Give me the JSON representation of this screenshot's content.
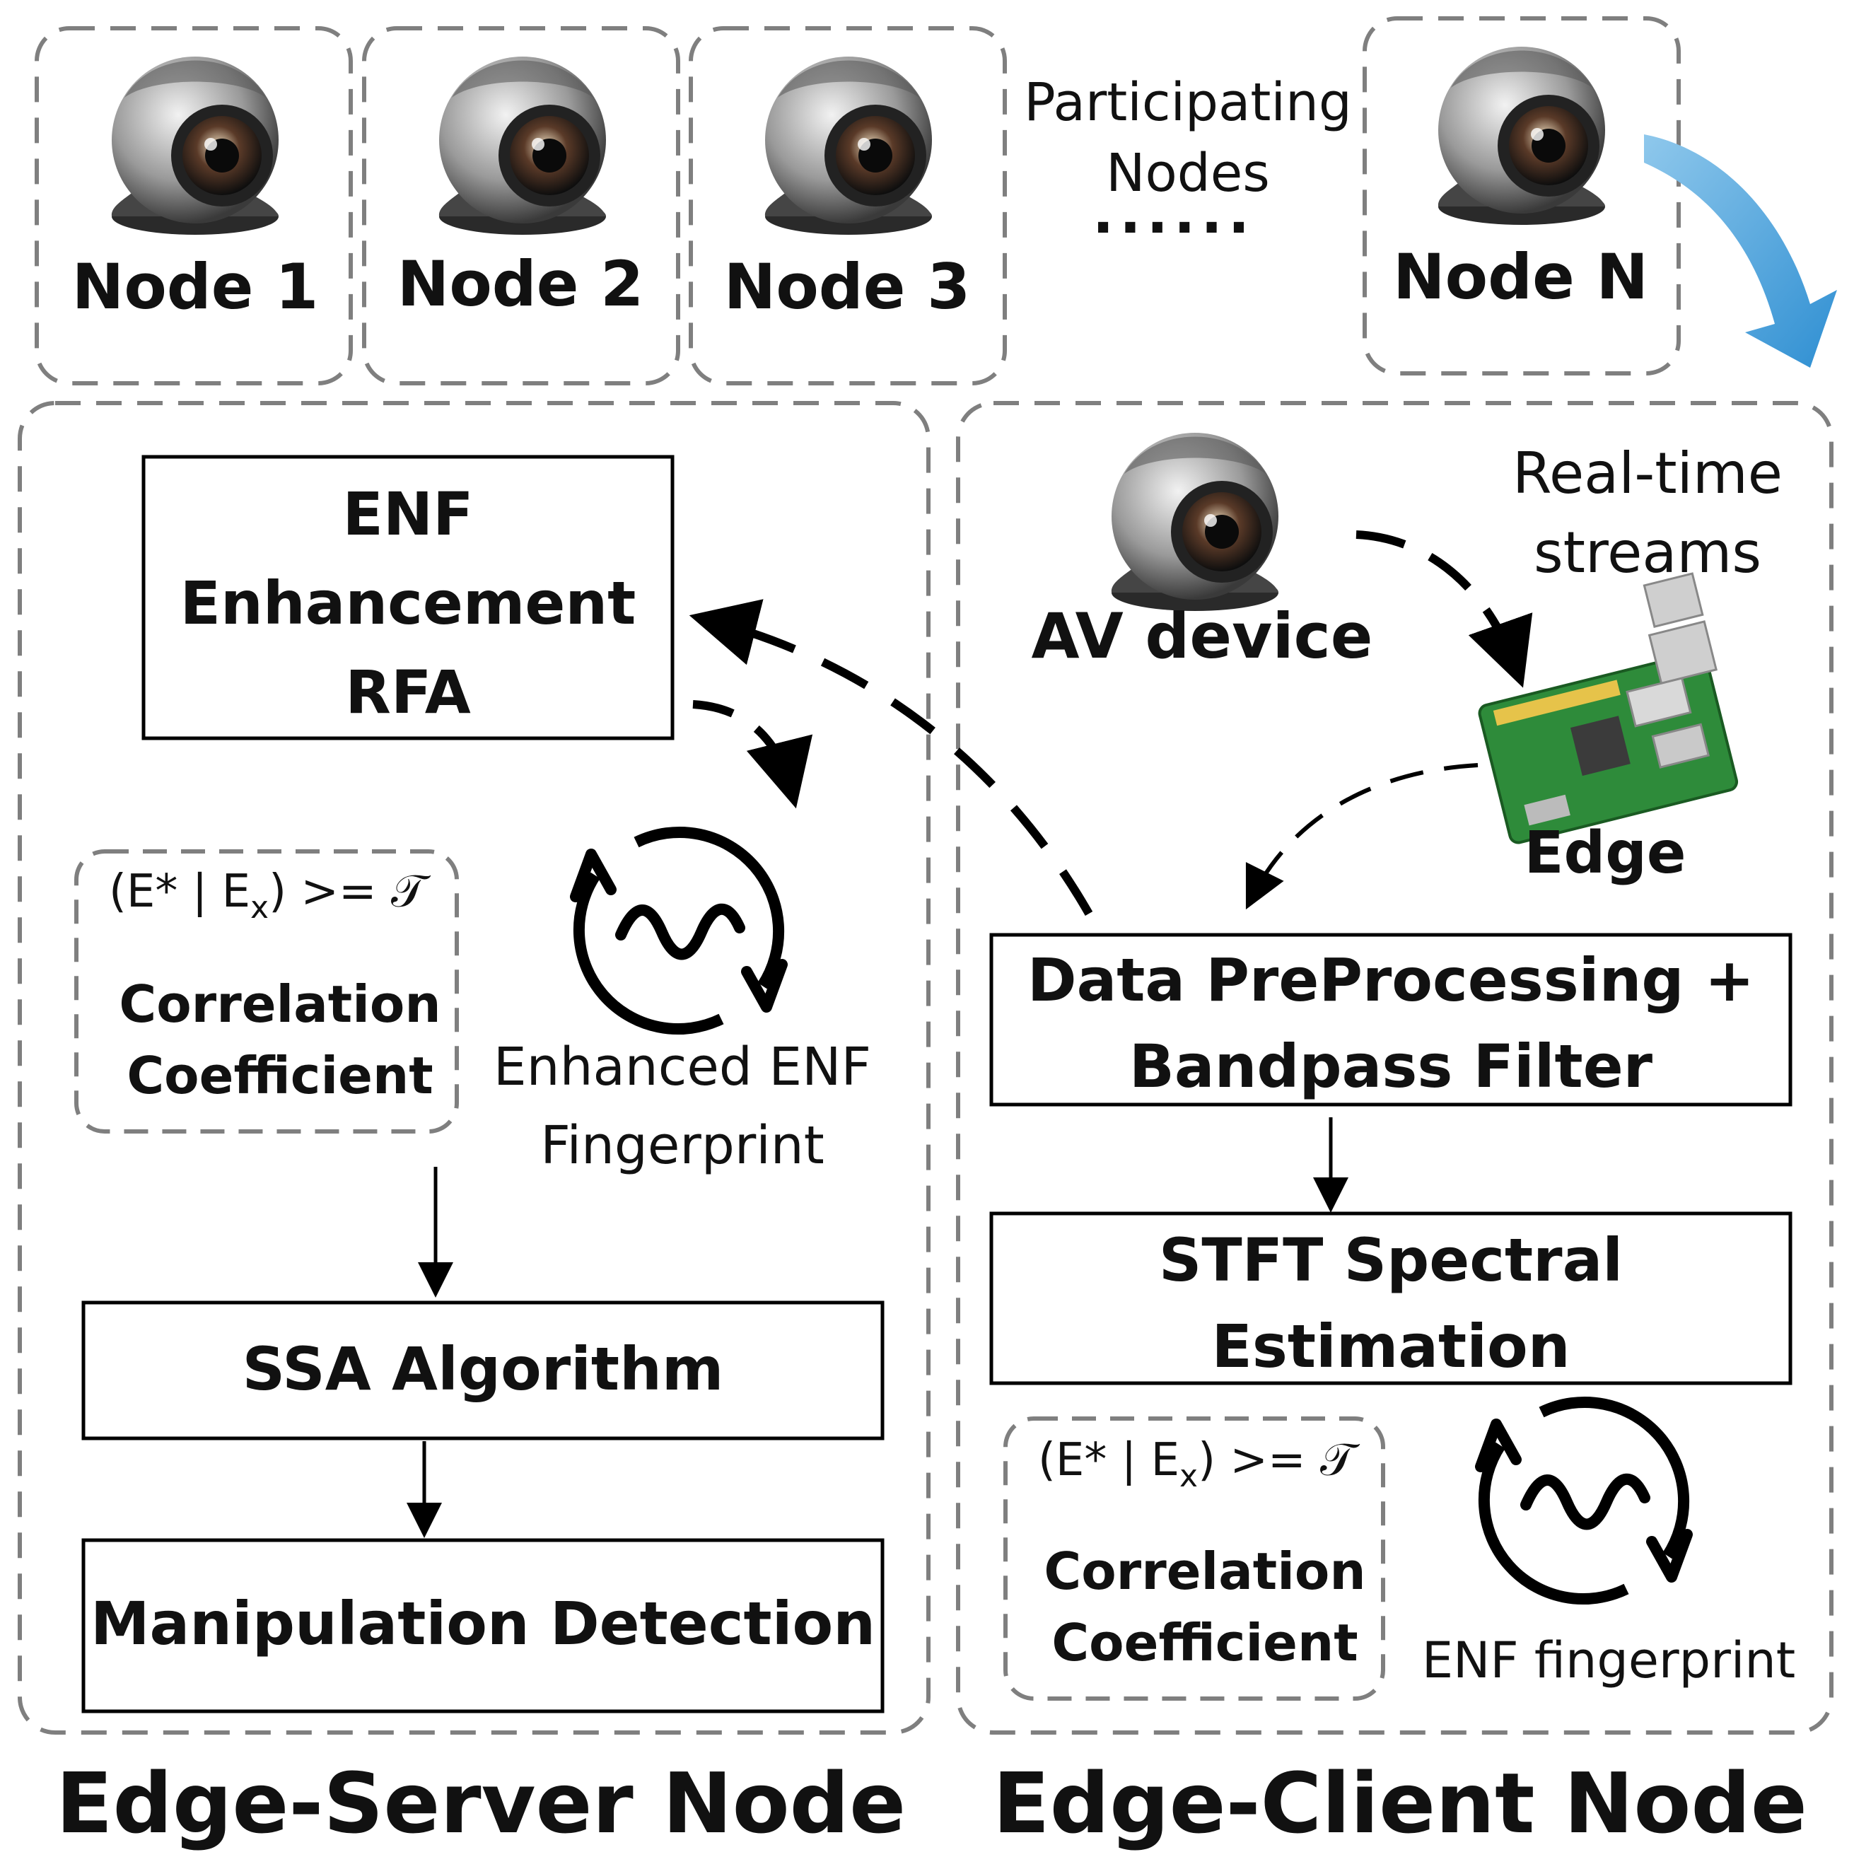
{
  "participating": {
    "nodes": [
      "Node 1",
      "Node 2",
      "Node 3",
      "Node N"
    ],
    "caption": [
      "Participating",
      "Nodes"
    ],
    "ellipsis": "......"
  },
  "server": {
    "title": "Edge-Server Node",
    "enf_box": [
      "ENF",
      "Enhancement",
      "RFA"
    ],
    "condition": {
      "prefix": "(E* | E",
      "subscript": "x",
      "suffix": ") >= 𝒯"
    },
    "correlation": [
      "Correlation",
      "Coefficient"
    ],
    "fingerprint": [
      "Enhanced ENF",
      "Fingerprint"
    ],
    "ssa": "SSA Algorithm",
    "manipulation": "Manipulation Detection"
  },
  "client": {
    "title": "Edge-Client Node",
    "realtime": [
      "Real-time",
      "streams"
    ],
    "av_device": "AV device",
    "edge": "Edge",
    "preprocess": [
      "Data PreProcessing +",
      "Bandpass Filter"
    ],
    "stft": [
      "STFT Spectral",
      "Estimation"
    ],
    "condition": {
      "prefix": "(E* | E",
      "subscript": "x",
      "suffix": ") >= 𝒯"
    },
    "correlation": [
      "Correlation",
      "Coefficient"
    ],
    "fingerprint": "ENF fingerprint"
  },
  "colors": {
    "dashed_border": "#7f7f7f",
    "arrow_blue": "#4ea6dc",
    "board_green": "#2e8b3a"
  }
}
